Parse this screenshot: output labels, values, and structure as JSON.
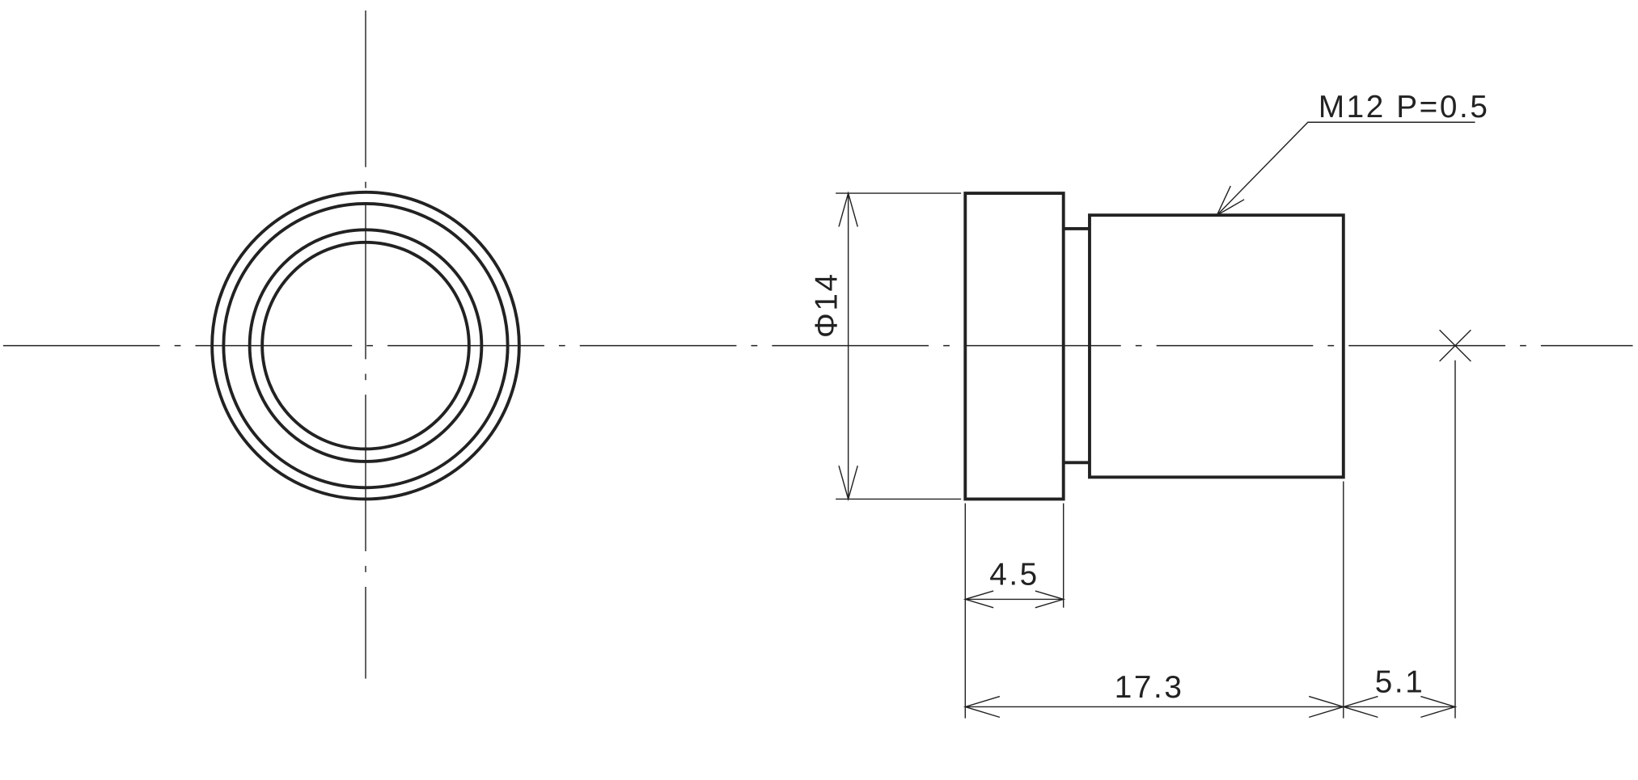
{
  "drawing": {
    "thread_callout": "M12 P=0.5",
    "dimensions": {
      "diameter": "Φ14",
      "flange_length": "4.5",
      "body_length": "17.3",
      "offset": "5.1"
    }
  }
}
